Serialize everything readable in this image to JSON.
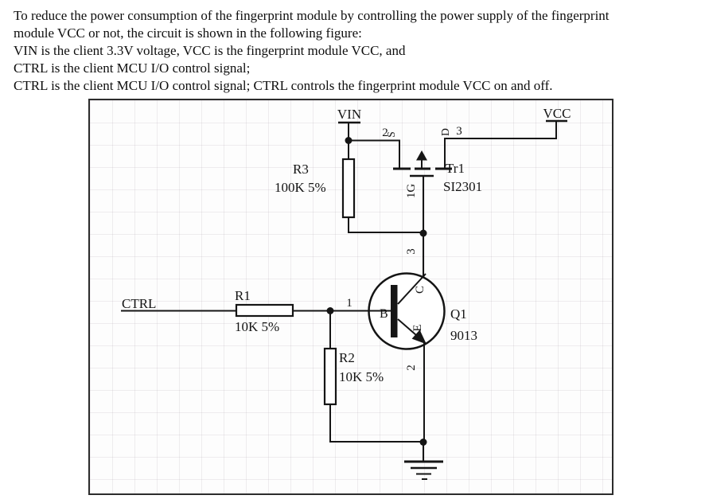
{
  "question": {
    "lines": [
      "To reduce the power consumption of the fingerprint module by controlling the power supply of the fingerprint",
      "module VCC or not, the circuit is shown in the following figure:",
      "VIN is the client 3.3V voltage, VCC is the fingerprint module VCC, and",
      "CTRL is the client MCU I/O control signal;",
      "CTRL is the client MCU I/O control signal; CTRL controls the fingerprint module VCC on and off."
    ]
  },
  "schematic": {
    "colors": {
      "ink": "#141414",
      "frame_border": "#2c2c2c",
      "grid": "#ece9ec"
    },
    "nets": {
      "vin": "VIN",
      "vcc": "VCC",
      "ctrl": "CTRL"
    },
    "r1": {
      "ref": "R1",
      "value": "10K 5%"
    },
    "r2": {
      "ref": "R2",
      "value": "10K 5%"
    },
    "r3": {
      "ref": "R3",
      "value": "100K 5%"
    },
    "q1": {
      "ref": "Q1",
      "part": "9013",
      "pin_base": "1",
      "pin_collector": "3",
      "pin_emitter": "2",
      "term_base": "B",
      "term_collector": "C",
      "term_emitter": "E"
    },
    "tr1": {
      "ref": "Tr1",
      "part": "SI2301",
      "pin_gate": "1G",
      "pin_source": "2",
      "pin_drain": "3",
      "term_source": "S",
      "term_drain": "D"
    }
  }
}
